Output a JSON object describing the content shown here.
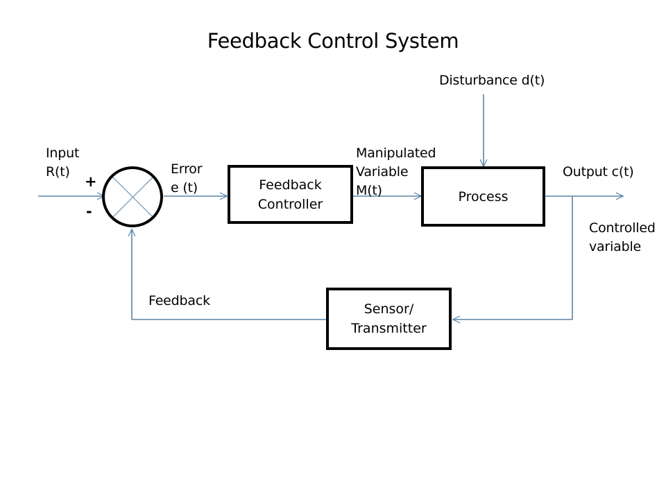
{
  "title": "Feedback Control System",
  "colors": {
    "wire": "#5b83a3",
    "block_border": "#000000",
    "text": "#000000",
    "background": "#ffffff"
  },
  "blocks": [
    {
      "id": "feedback-controller",
      "lines": [
        "Feedback",
        "Controller"
      ]
    },
    {
      "id": "process",
      "lines": [
        "Process"
      ]
    },
    {
      "id": "sensor-transmitter",
      "lines": [
        "Sensor/",
        "Transmitter"
      ]
    }
  ],
  "summing_junction": {
    "plus_sign": "+",
    "minus_sign": "-"
  },
  "labels": {
    "input": "Input\nR(t)",
    "error": "Error\ne (t)",
    "manipulated_variable": "Manipulated\nVariable\nM(t)",
    "disturbance": "Disturbance d(t)",
    "output": "Output c(t)",
    "controlled_variable": "Controlled\nvariable",
    "feedback": "Feedback"
  },
  "signal_flow": {
    "type": "block-diagram",
    "nodes": [
      "summing-junction",
      "feedback-controller",
      "process",
      "sensor-transmitter"
    ],
    "edges": [
      {
        "from": "input-R(t)",
        "to": "summing-junction",
        "label": "Input R(t)",
        "sign": "+"
      },
      {
        "from": "summing-junction",
        "to": "feedback-controller",
        "label": "Error e (t)"
      },
      {
        "from": "feedback-controller",
        "to": "process",
        "label": "Manipulated Variable M(t)"
      },
      {
        "from": "disturbance-d(t)",
        "to": "process",
        "label": "Disturbance d(t)"
      },
      {
        "from": "process",
        "to": "output",
        "label": "Output c(t)"
      },
      {
        "from": "process-output-branch",
        "to": "sensor-transmitter",
        "label": "Controlled variable"
      },
      {
        "from": "sensor-transmitter",
        "to": "summing-junction",
        "label": "Feedback",
        "sign": "-"
      }
    ]
  }
}
